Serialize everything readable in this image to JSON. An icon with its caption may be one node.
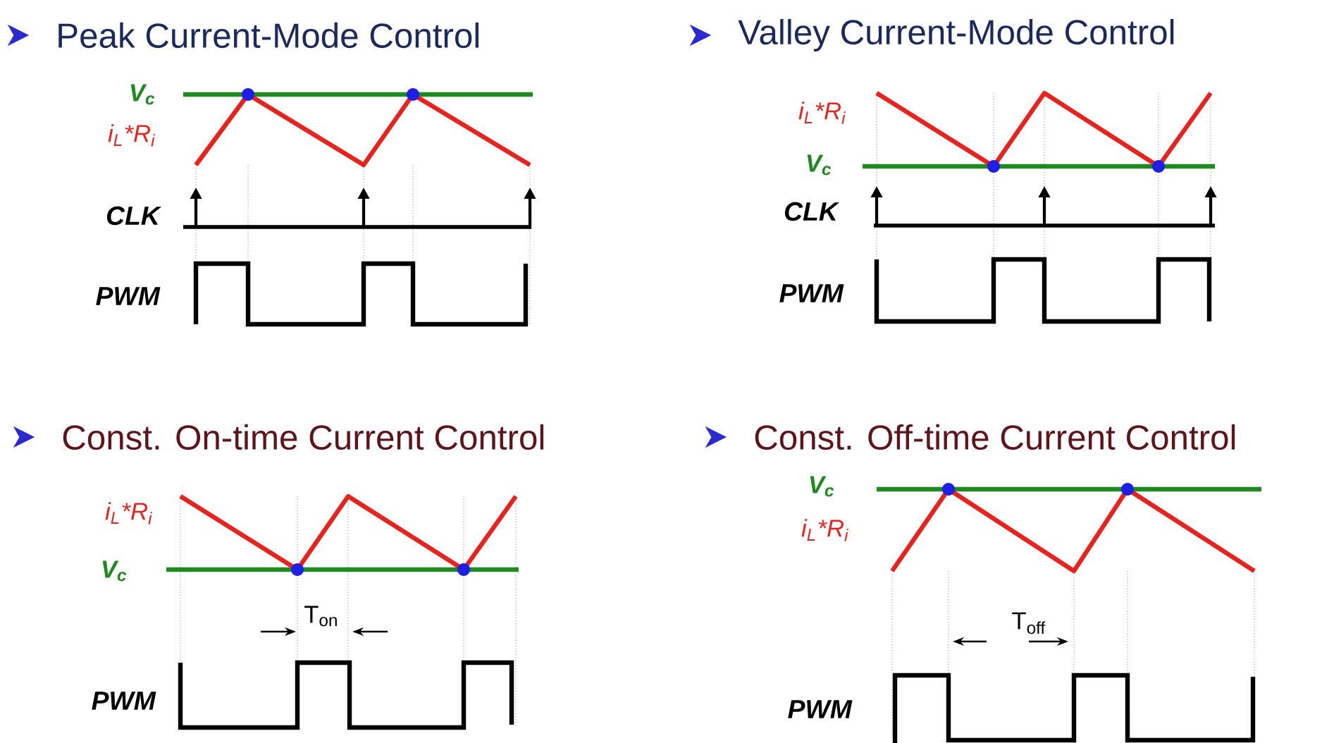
{
  "diagram": {
    "labels": [
      "Peak Current-Mode Control",
      "V$_{c}$",
      "i$_{L}$*R$_{i}$",
      "CLK",
      "PWM",
      "Valley Current-Mode Control",
      "i$_{L}$*R$_{i}$",
      "V$_{c}$",
      "CLK",
      "PWM",
      "Const. On-time Current Control",
      "i$_{L}$*R$_{i}$",
      "V$_{c}$",
      "T$_{on}$",
      "PWM",
      "Const. Off-time Current Control",
      "V$_{c}$",
      "i$_{L}$*R$_{i}$",
      "T$_{off}$",
      "PWM"
    ]
  }
}
